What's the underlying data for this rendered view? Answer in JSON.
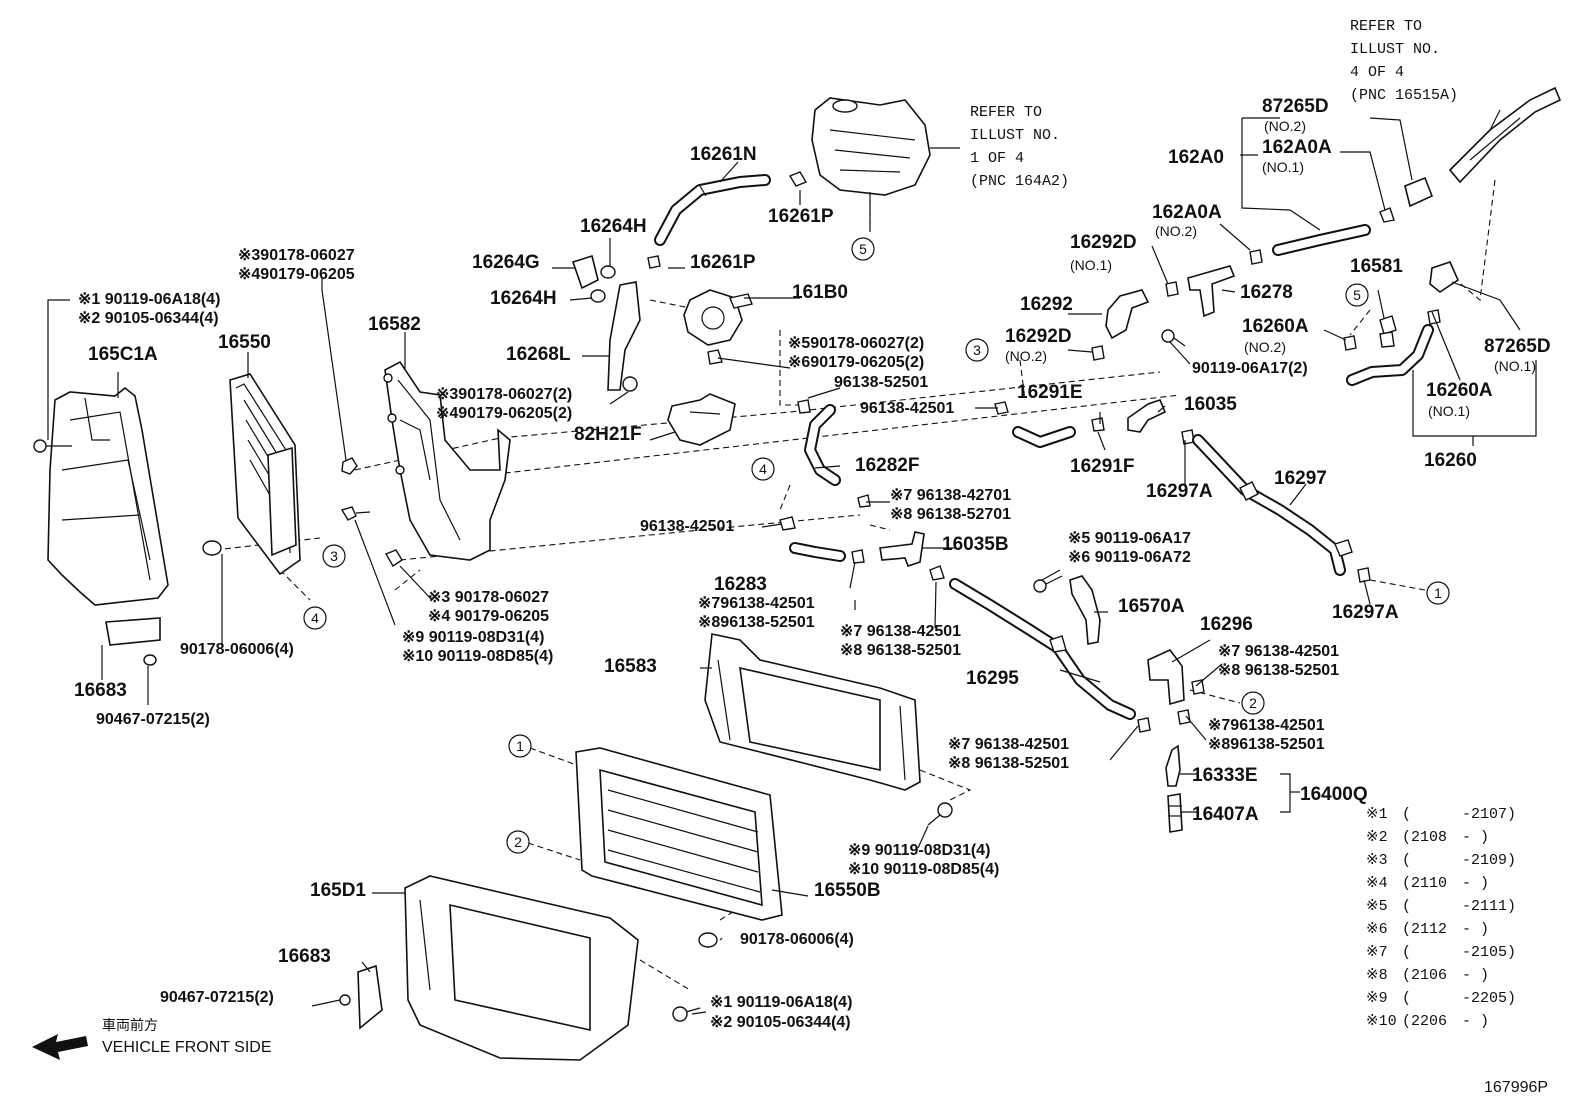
{
  "diagram": {
    "labels": {
      "p16261N": "16261N",
      "p16261P_a": "16261P",
      "p16261P_b": "16261P",
      "p16264H_a": "16264H",
      "p16264H_b": "16264H",
      "p16264G": "16264G",
      "p161B0": "161B0",
      "p16268L": "16268L",
      "p82H21F": "82H21F",
      "p16282F": "16282F",
      "p16283": "16283",
      "p16035B": "16035B",
      "p16035": "16035",
      "p16291E": "16291E",
      "p16291F": "16291F",
      "p16292": "16292",
      "p16292D_1": "16292D",
      "p16292D_1n": "(NO.1)",
      "p16292D_2": "16292D",
      "p16292D_2n": "(NO.2)",
      "p16278": "16278",
      "p162A0": "162A0",
      "p162A0A_1": "162A0A",
      "p162A0A_1n": "(NO.1)",
      "p162A0A_2": "162A0A",
      "p162A0A_2n": "(NO.2)",
      "p87265D_top": "87265D",
      "p87265D_topn": "(NO.2)",
      "p87265D_right": "87265D",
      "p87265D_rightn": "(NO.1)",
      "p16581": "16581",
      "p16260A_2": "16260A",
      "p16260A_2n": "(NO.2)",
      "p16260A_1": "16260A",
      "p16260A_1n": "(NO.1)",
      "p16260": "16260",
      "p16297": "16297",
      "p16297A_a": "16297A",
      "p16297A_b": "16297A",
      "p16570A": "16570A",
      "p16296": "16296",
      "p16295": "16295",
      "p16333E": "16333E",
      "p16407A": "16407A",
      "p16400Q": "16400Q",
      "p16583": "16583",
      "p16582": "16582",
      "p16550": "16550",
      "p165C1A": "165C1A",
      "p16683_a": "16683",
      "p16683_b": "16683",
      "p165D1": "165D1",
      "p16550B": "16550B"
    },
    "fasteners": {
      "f1": "96138-52501",
      "f2": "96138-42501",
      "f3": "96138-42501",
      "f4": "90178-06006(4)",
      "f5": "90467-07215(2)",
      "f6": "90178-06006(4)",
      "f7": "90467-07215(2)",
      "f8": "90119-06A17(2)"
    },
    "ref_groups": {
      "g1": [
        "※1 90119-06A18(4)",
        "※2 90105-06344(4)"
      ],
      "g2": [
        "※390178-06027",
        "※490179-06205"
      ],
      "g3": [
        "※390178-06027(2)",
        "※490179-06205(2)"
      ],
      "g4": [
        "※590178-06027(2)",
        "※690179-06205(2)"
      ],
      "g5": [
        "※7  96138-42701",
        "※8  96138-52701"
      ],
      "g6": [
        "※796138-42501",
        "※896138-52501"
      ],
      "g7": [
        "※7  96138-42501",
        "※8  96138-52501"
      ],
      "g8": [
        "※5  90119-06A17",
        "※6  90119-06A72"
      ],
      "g9": [
        "※7  96138-42501",
        "※8  96138-52501"
      ],
      "g10": [
        "※796138-42501",
        "※896138-52501"
      ],
      "g11": [
        "※7  96138-42501",
        "※8  96138-52501"
      ],
      "g12": [
        "※3 90178-06027",
        "※4 90179-06205"
      ],
      "g13": [
        "※9 90119-08D31(4)",
        "※10 90119-08D85(4)"
      ],
      "g14": [
        "※9 90119-08D31(4)",
        "※10 90119-08D85(4)"
      ],
      "g15": [
        "※1 90119-06A18(4)",
        "※2 90105-06344(4)"
      ]
    },
    "refer_top": [
      "REFER TO",
      "ILLUST NO.",
      "1 OF 4",
      "(PNC 164A2)"
    ],
    "refer_right": [
      "REFER TO",
      "ILLUST NO.",
      "4 OF 4",
      "(PNC 16515A)"
    ],
    "circle_refs": [
      "1",
      "2",
      "3",
      "4",
      "5"
    ],
    "notes": [
      [
        "※1",
        "(",
        "-2107)"
      ],
      [
        "※2",
        "(2108",
        "-    )"
      ],
      [
        "※3",
        "(",
        "-2109)"
      ],
      [
        "※4",
        "(2110",
        "-    )"
      ],
      [
        "※5",
        "(",
        "-2111)"
      ],
      [
        "※6",
        "(2112",
        "-    )"
      ],
      [
        "※7",
        "(",
        "-2105)"
      ],
      [
        "※8",
        "(2106",
        "-    )"
      ],
      [
        "※9",
        "(",
        "-2205)"
      ],
      [
        "※10",
        "(2206",
        "-    )"
      ]
    ],
    "front_jp": "車両前方",
    "front_en": "VEHICLE FRONT SIDE",
    "illustration_id": "167996P"
  }
}
